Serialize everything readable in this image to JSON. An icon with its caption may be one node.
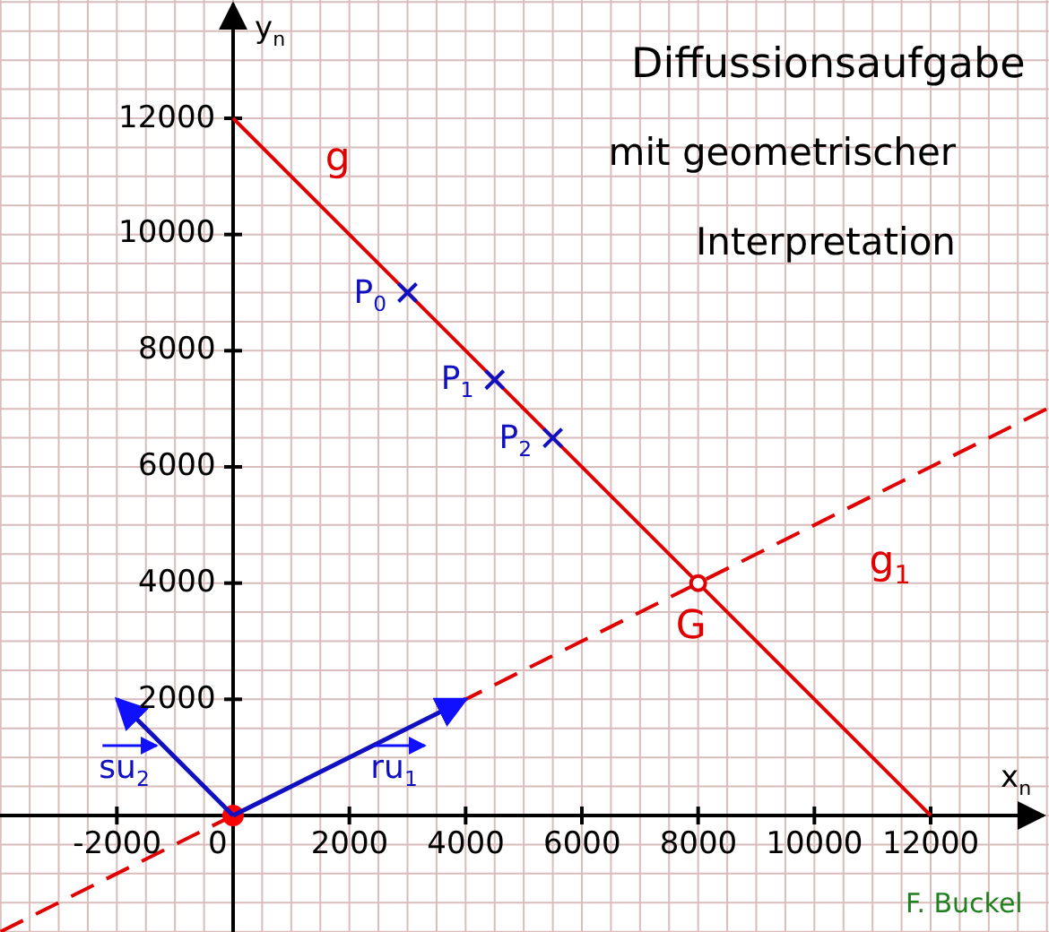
{
  "diagram": {
    "title": "Diffussionsaufgabe",
    "labels": [
      "mit geometrischer Interpretation",
      "F. Buckel"
    ],
    "chart_data": {
      "type": "line",
      "xlabel": "x$_{n}$",
      "ylabel": "y$_{n}$",
      "x": [
        -4000,
        0,
        8000,
        12000,
        14000
      ],
      "series": [
        {
          "name": "g",
          "color": "#e00000",
          "values": [
            null,
            12000,
            4000,
            0,
            null
          ]
        },
        {
          "name": "g$_{1}$",
          "color": "#e00000",
          "line_style": "dashed",
          "values": [
            -2000,
            0,
            4000,
            6000,
            7000
          ]
        }
      ],
      "grid": true,
      "xlim": [
        -4000,
        14000
      ],
      "ylim": [
        -2000,
        14000
      ],
      "xticks": [
        -2000,
        0,
        2000,
        4000,
        6000,
        8000,
        10000,
        12000
      ],
      "yticks": [
        2000,
        4000,
        6000,
        8000,
        10000,
        12000
      ],
      "annotations": [
        {
          "text": "P$_{0}$",
          "x": 3000,
          "y": 9000
        },
        {
          "text": "P$_{1}$",
          "x": 4500,
          "y": 7500
        },
        {
          "text": "P$_{2}$",
          "x": 5500,
          "y": 6500
        },
        {
          "text": "G",
          "x": 8000,
          "y": 4000
        },
        "su$_{2}$",
        "ru$_{1}$"
      ]
    }
  }
}
